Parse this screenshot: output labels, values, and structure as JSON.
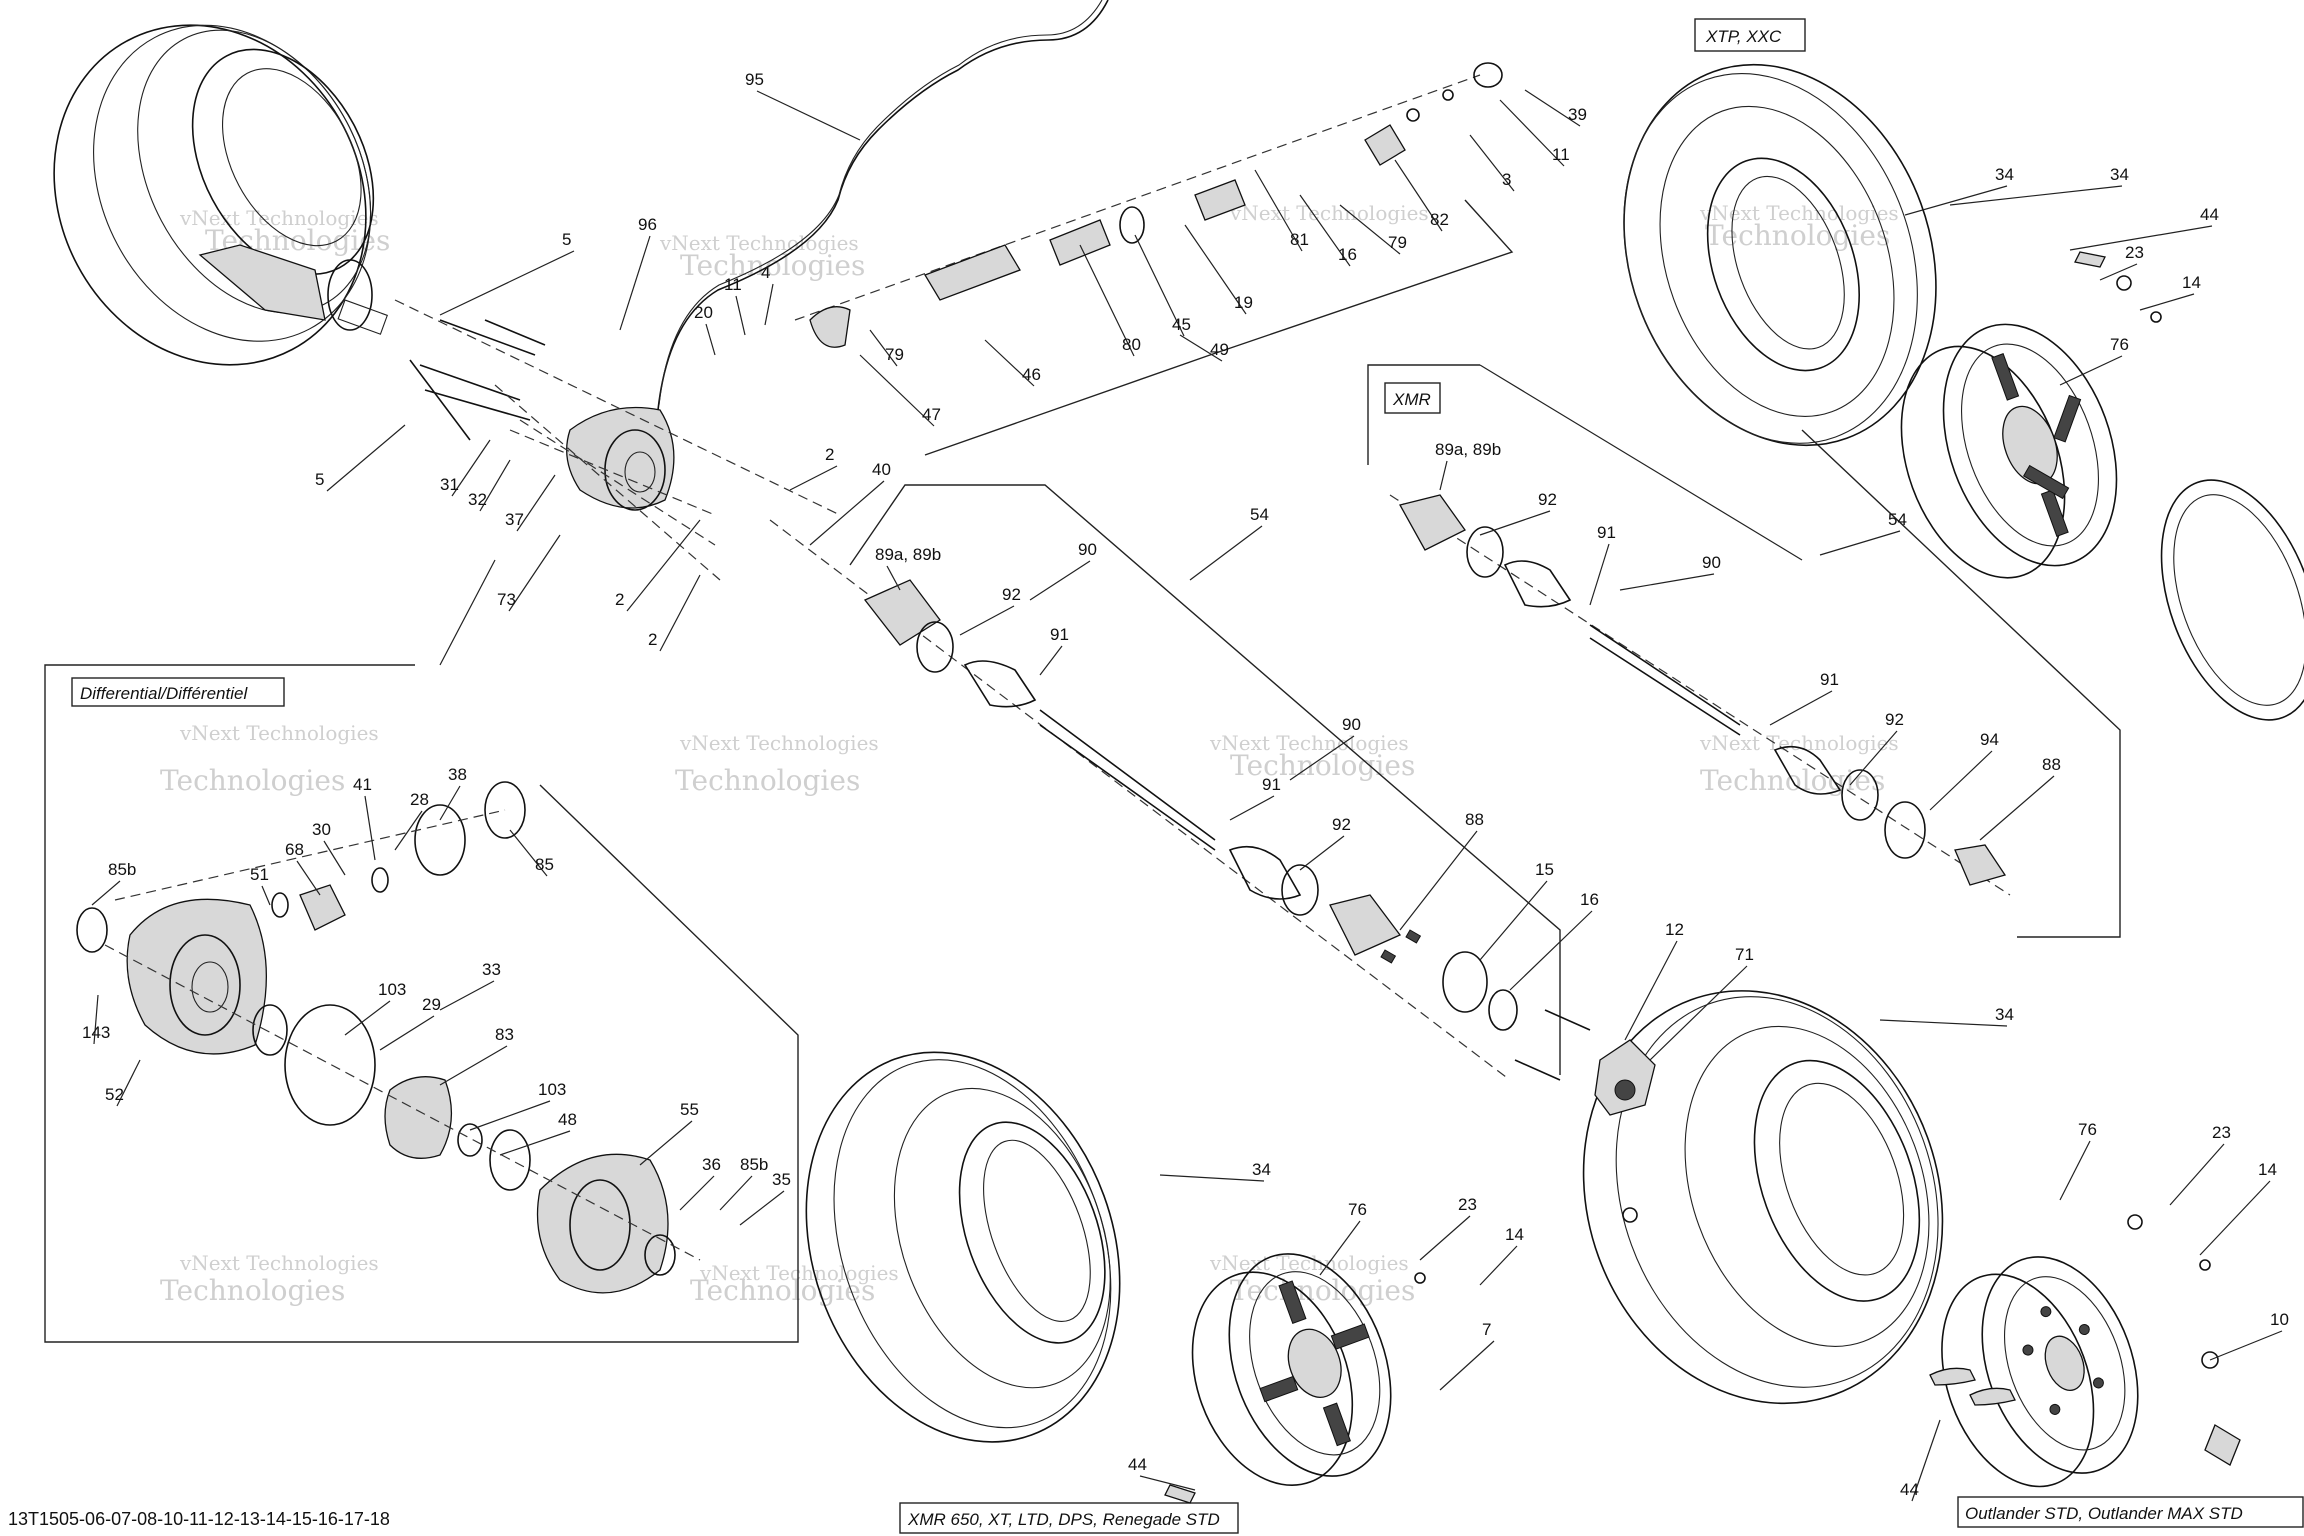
{
  "diagram": {
    "reference_number": "13T1505-06-07-08-10-11-12-13-14-15-16-17-18",
    "box_labels": {
      "xtp": "XTP, XXC",
      "xmr": "XMR",
      "differential": "Differential/Différentiel",
      "models_left": "XMR 650, XT, LTD, DPS, Renegade STD",
      "models_right": "Outlander STD, Outlander MAX STD"
    },
    "watermark_line1": "vNext Technologies",
    "watermark_line2": "Technologies",
    "callouts": [
      "95",
      "96",
      "5",
      "11",
      "4",
      "20",
      "79",
      "46",
      "47",
      "49",
      "80",
      "45",
      "19",
      "81",
      "16",
      "79",
      "82",
      "3",
      "11",
      "39",
      "5",
      "31",
      "32",
      "37",
      "2",
      "2",
      "2",
      "40",
      "73",
      "54",
      "89a, 89b",
      "90",
      "92",
      "91",
      "90",
      "91",
      "92",
      "88",
      "15",
      "16",
      "12",
      "71",
      "34",
      "44",
      "23",
      "14",
      "76",
      "34",
      "89a, 89b",
      "92",
      "91",
      "90",
      "54",
      "91",
      "92",
      "94",
      "88",
      "38",
      "28",
      "41",
      "30",
      "68",
      "85",
      "51",
      "85b",
      "33",
      "103",
      "29",
      "83",
      "103",
      "48",
      "143",
      "52",
      "55",
      "36",
      "85b",
      "35",
      "34",
      "76",
      "23",
      "14",
      "7",
      "44",
      "34",
      "76",
      "23",
      "14",
      "10",
      "44"
    ]
  }
}
